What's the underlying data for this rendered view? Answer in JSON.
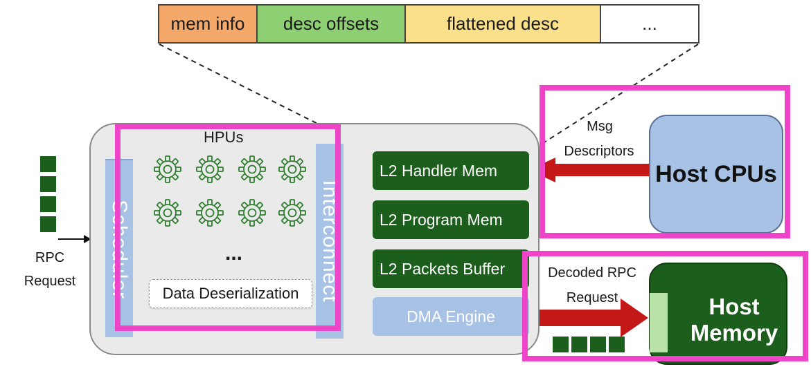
{
  "descriptor_fields": [
    "mem info",
    "desc offsets",
    "flattened desc",
    "..."
  ],
  "nic": {
    "scheduler_label": "Scheduler",
    "interconnect_label": "Interconnect",
    "hpus_label": "HPUs",
    "ellipsis": "...",
    "deserialization_label": "Data Deserialization",
    "l2_handler_mem": "L2 Handler Mem",
    "l2_program_mem": "L2 Program Mem",
    "l2_packets_buffer": "L2 Packets Buffer",
    "dma_engine": "DMA Engine"
  },
  "input": {
    "line1": "RPC",
    "line2": "Request"
  },
  "host": {
    "cpus_label": "Host CPUs",
    "memory_line1": "Host",
    "memory_line2": "Memory",
    "msg_line1": "Msg",
    "msg_line2": "Descriptors",
    "decoded_line1": "Decoded RPC",
    "decoded_line2": "Request"
  },
  "colors": {
    "mem_info": "#f4a86a",
    "desc_offsets": "#8ecf73",
    "flattened_desc": "#fbe08c",
    "dark_green": "#1c5e1c",
    "light_blue": "#a8c2e6",
    "highlight": "#ee44c8",
    "arrow_red": "#c41818"
  },
  "icons": {
    "hpu": "gear-icon",
    "arrow": "arrow-icon"
  },
  "hpu_count": 8
}
